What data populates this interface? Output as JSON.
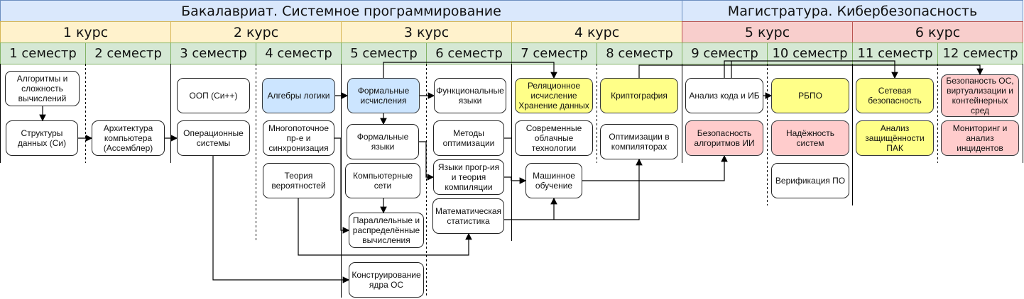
{
  "programs": [
    {
      "id": "bach",
      "label": "Бакалавриат. Системное программирование"
    },
    {
      "id": "mag",
      "label": "Магистратура. Кибербезопасность"
    }
  ],
  "years": [
    "1 курс",
    "2 курс",
    "3 курс",
    "4 курс",
    "5 курс",
    "6 курс"
  ],
  "semesters": [
    "1 семестр",
    "2 семестр",
    "3 семестр",
    "4 семестр",
    "5 семестр",
    "6 семестр",
    "7 семестр",
    "8 семестр",
    "9 семестр",
    "10 семестр",
    "11 семестр",
    "12 семестр"
  ],
  "courses": [
    {
      "id": "algo",
      "label": "Алгоритмы и сложность вычислений",
      "color": "white"
    },
    {
      "id": "ds",
      "label": "Структуры данных (Си)",
      "color": "white"
    },
    {
      "id": "arch",
      "label": "Архитектура компьютера (Ассемблер)",
      "color": "white"
    },
    {
      "id": "oop",
      "label": "ООП (Си++)",
      "color": "white"
    },
    {
      "id": "os",
      "label": "Операционные системы",
      "color": "white"
    },
    {
      "id": "logic",
      "label": "Алгебры логики",
      "color": "blue"
    },
    {
      "id": "mt",
      "label": "Многопоточное пр-е и синхронизация",
      "color": "white"
    },
    {
      "id": "prob",
      "label": "Теория вероятностей",
      "color": "white"
    },
    {
      "id": "fcalc",
      "label": "Формальные исчисления",
      "color": "blue"
    },
    {
      "id": "flang",
      "label": "Формальные языки",
      "color": "white"
    },
    {
      "id": "net",
      "label": "Компьютерные сети",
      "color": "white"
    },
    {
      "id": "par",
      "label": "Параллельные и распределённые вычисления",
      "color": "white"
    },
    {
      "id": "kern",
      "label": "Конструирование ядра ОС",
      "color": "white"
    },
    {
      "id": "func",
      "label": "Функциональные языки",
      "color": "white"
    },
    {
      "id": "optm",
      "label": "Методы оптимизации",
      "color": "white"
    },
    {
      "id": "comp",
      "label": "Языки прогр-ия и теория компиляции",
      "color": "white"
    },
    {
      "id": "stat",
      "label": "Математическая статистика",
      "color": "white"
    },
    {
      "id": "rel",
      "label": "Реляционное исчисление Хранение данных",
      "color": "yellow"
    },
    {
      "id": "cloud",
      "label": "Современные облачные технологии",
      "color": "white"
    },
    {
      "id": "ml",
      "label": "Машинное обучение",
      "color": "white"
    },
    {
      "id": "crypto",
      "label": "Криптография",
      "color": "yellow"
    },
    {
      "id": "copt",
      "label": "Оптимизации в компиляторах",
      "color": "white"
    },
    {
      "id": "code",
      "label": "Анализ кода и ИБ",
      "color": "white"
    },
    {
      "id": "aisec",
      "label": "Безопасность алгоритмов ИИ",
      "color": "pink"
    },
    {
      "id": "rbpo",
      "label": "РБПО",
      "color": "yellow"
    },
    {
      "id": "rel2",
      "label": "Надёжность систем",
      "color": "pink"
    },
    {
      "id": "verif",
      "label": "Верификация ПО",
      "color": "white"
    },
    {
      "id": "netsec",
      "label": "Сетевая безопасность",
      "color": "yellow"
    },
    {
      "id": "pak",
      "label": "Анализ защищённости ПАК",
      "color": "yellow"
    },
    {
      "id": "ossec",
      "label": "Безопаность ОС, виртуализации и контейнерных сред",
      "color": "pink"
    },
    {
      "id": "mon",
      "label": "Мониторинг и анализ инцидентов",
      "color": "pink"
    }
  ]
}
